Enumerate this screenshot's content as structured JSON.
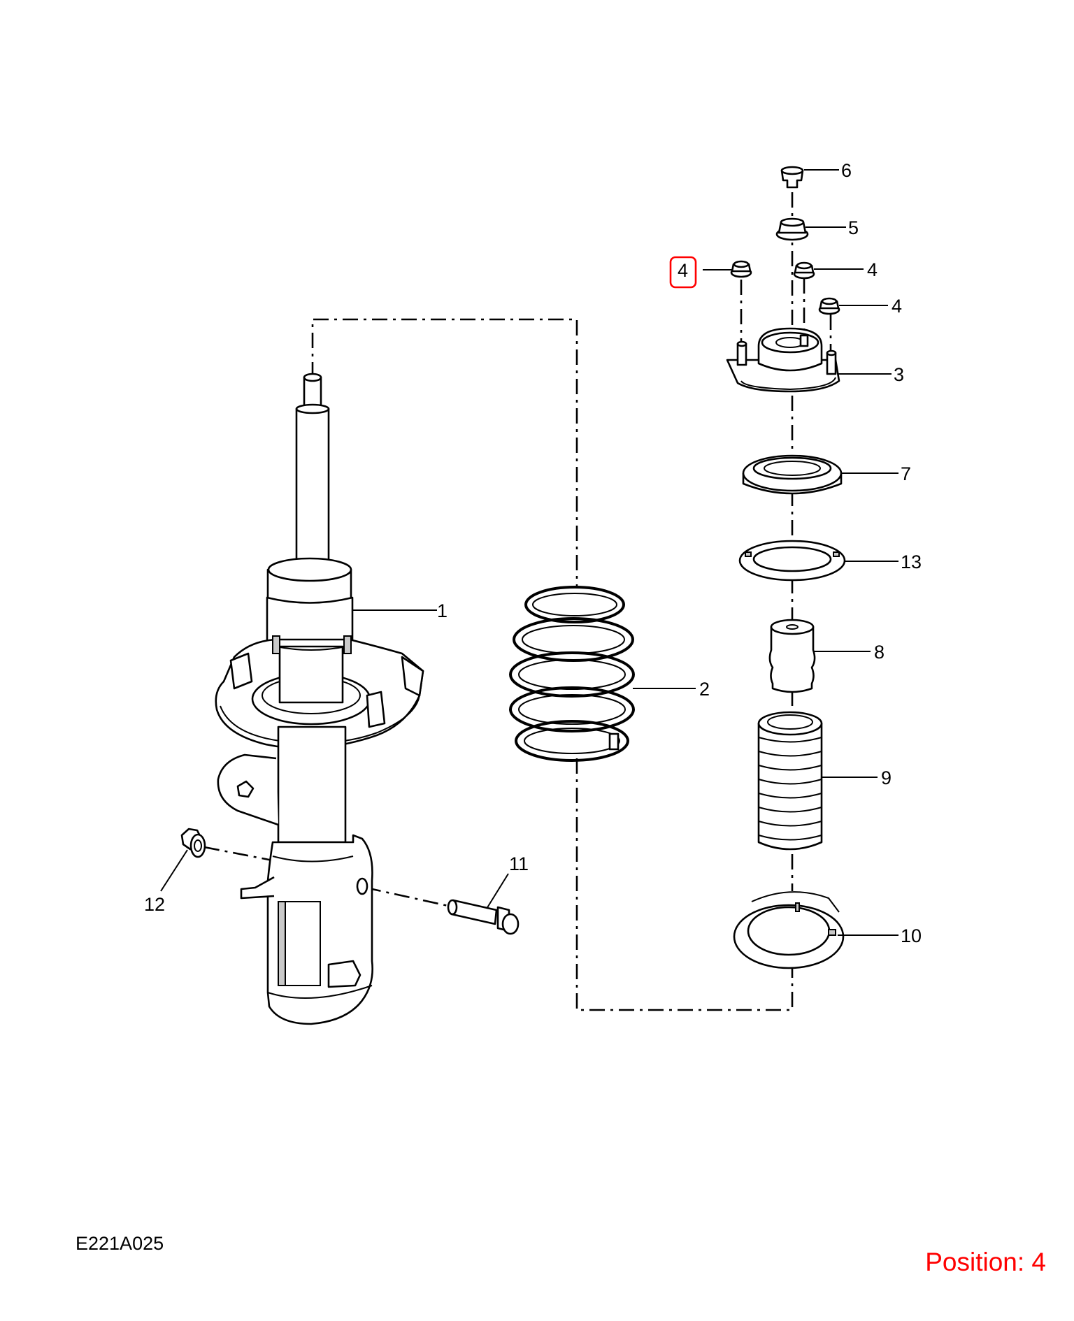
{
  "drawing_code": "E221A025",
  "position_label": "Position: 4",
  "highlight_color": "#ff0000",
  "highlighted_callout": "4",
  "callouts": {
    "c1": "1",
    "c2": "2",
    "c3": "3",
    "c4a": "4",
    "c4b": "4",
    "c4c": "4",
    "c5": "5",
    "c6": "6",
    "c7": "7",
    "c8": "8",
    "c9": "9",
    "c10": "10",
    "c11": "11",
    "c12": "12",
    "c13": "13"
  }
}
